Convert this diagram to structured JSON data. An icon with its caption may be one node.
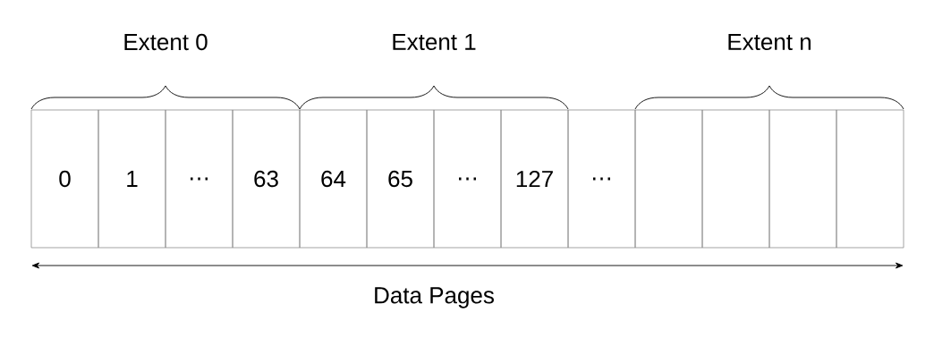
{
  "diagram": {
    "nodes": [
      {
        "text": [
          "0"
        ]
      },
      {
        "text": [
          "1"
        ]
      },
      {
        "text": [
          "…"
        ]
      },
      {
        "text": [
          "63"
        ]
      },
      {
        "text": [
          "64"
        ]
      },
      {
        "text": [
          "65"
        ]
      },
      {
        "text": [
          "…"
        ]
      },
      {
        "text": [
          "127"
        ]
      },
      {
        "text": [
          "…"
        ]
      },
      {
        "text": [],
        "shape": "box"
      },
      {
        "text": [],
        "shape": "box"
      },
      {
        "text": [],
        "shape": "box"
      },
      {
        "text": [],
        "shape": "box"
      }
    ],
    "labels": [
      "Extent 0",
      "Extent 1",
      "Extent n",
      "Data Pages"
    ]
  }
}
